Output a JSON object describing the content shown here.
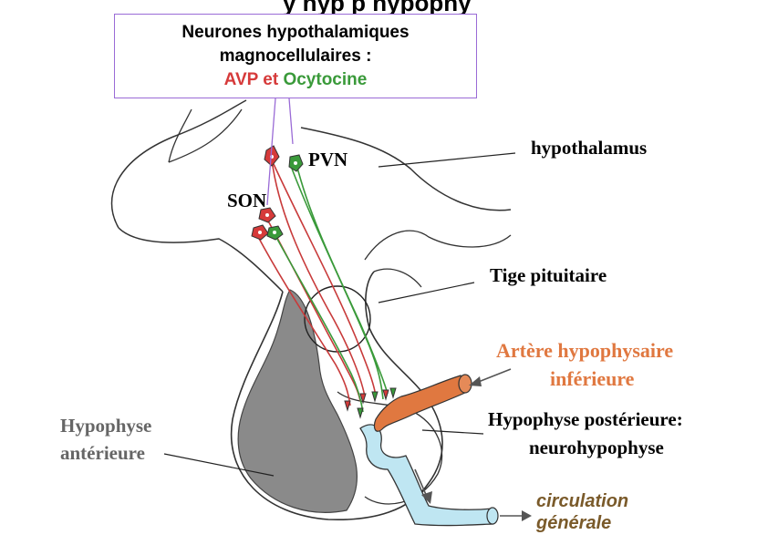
{
  "title_fragment": "y                  hyp              p   hypophy",
  "box": {
    "line1": "Neurones hypothalamiques",
    "line2": "magnocellulaires :",
    "avp": "AVP",
    "et": "et",
    "ocytocine": "Ocytocine"
  },
  "labels": {
    "pvn": "PVN",
    "son": "SON",
    "hypothalamus": "hypothalamus",
    "tige": "Tige pituitaire",
    "artere_1": "Artère hypophysaire",
    "artere_2": "inférieure",
    "posterieure_1": "Hypophyse postérieure:",
    "posterieure_2": "neurohypophyse",
    "anterieure_1": "Hypophyse",
    "anterieure_2": "antérieure",
    "circulation_1": "circulation",
    "circulation_2": "générale"
  },
  "colors": {
    "avp_red": "#d63a3a",
    "ocytocine_green": "#3a9a3a",
    "artery_orange": "#e07840",
    "grey_label": "#666666",
    "circulation_brown": "#7a5a2a",
    "box_border": "#9a6bd6",
    "vein_blue": "#bfe6f2"
  }
}
